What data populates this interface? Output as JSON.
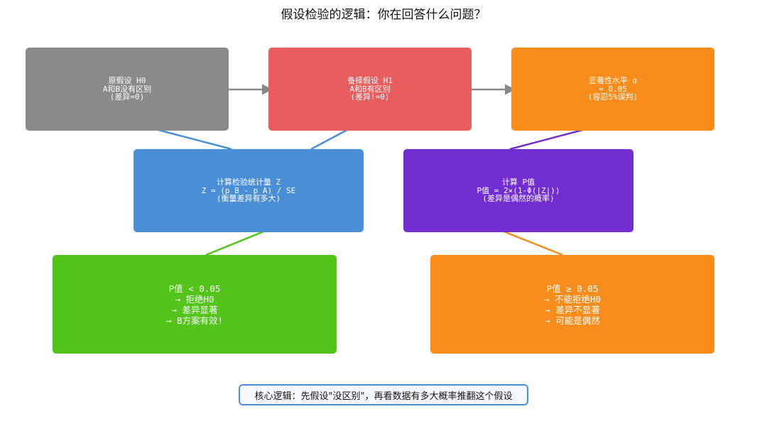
{
  "title": "假设检验的逻辑：你在回答什么问题？",
  "colors": {
    "h0": "#8a8a8a",
    "h1": "#e85d5d",
    "alpha": "#f98d1b",
    "z": "#4a8fd6",
    "p": "#722ed1",
    "significant": "#52c41a",
    "not_significant": "#f98d1b",
    "arrow_gray": "#888888"
  },
  "nodes": {
    "h0": {
      "lines": [
        "原假设 H0",
        "A和B没有区别",
        "(差异=0)"
      ]
    },
    "h1": {
      "lines": [
        "备择假设 H1",
        "A和B有区别",
        "(差异!=0)"
      ]
    },
    "alpha": {
      "lines": [
        "显著性水平 α",
        "= 0.05",
        "(容忍5%误判)"
      ]
    },
    "z": {
      "lines": [
        "计算检验统计量 Z",
        "Z = (p_B - p_A) / SE",
        "(衡量差异有多大)"
      ]
    },
    "p": {
      "lines": [
        "计算 P值",
        "P值 = 2×(1-Φ(|Z|))",
        "(差异是偶然的概率)"
      ]
    },
    "significant": {
      "lines": [
        "P值 < 0.05",
        "→ 拒绝H0",
        "→ 差异显著",
        "→ B方案有效!"
      ]
    },
    "not_significant": {
      "lines": [
        "P值 ≥ 0.05",
        "→ 不能拒绝H0",
        "→ 差异不显著",
        "→ 可能是偶然"
      ]
    }
  },
  "footer": "核心逻辑：先假设\"没区别\"，再看数据有多大概率推翻这个假设"
}
